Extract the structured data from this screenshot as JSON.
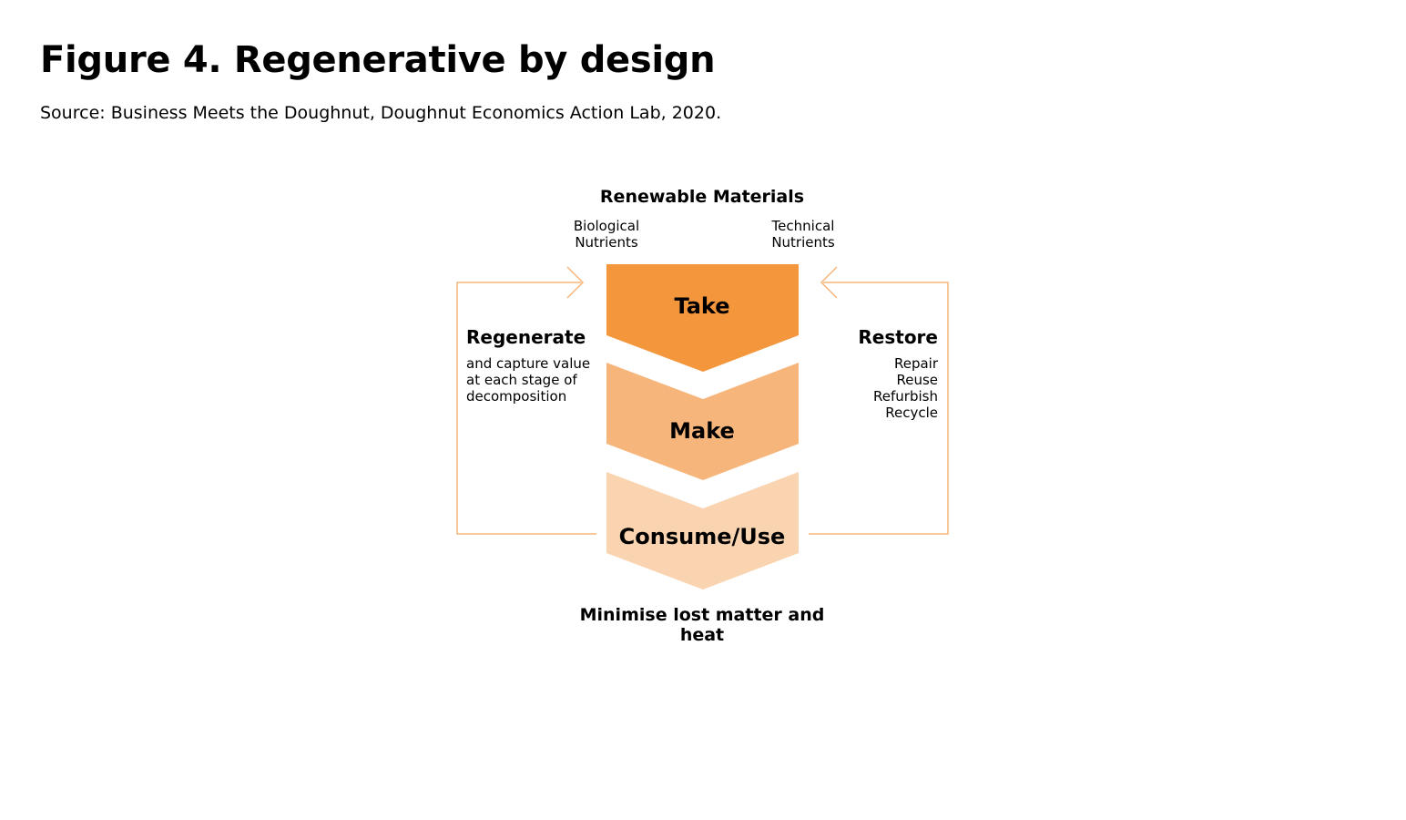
{
  "figure": {
    "title": "Figure 4. Regenerative by design",
    "source": "Source: Business Meets the Doughnut, Doughnut Economics Action Lab, 2020."
  },
  "diagram": {
    "top_heading": "Renewable Materials",
    "left_nutrients": [
      "Biological",
      "Nutrients"
    ],
    "right_nutrients": [
      "Technical",
      "Nutrients"
    ],
    "stages": [
      {
        "label": "Take",
        "color": "#f4963b"
      },
      {
        "label": "Make",
        "color": "#f6b57a"
      },
      {
        "label": "Consume/Use",
        "color": "#fad4b0"
      }
    ],
    "left_loop": {
      "heading": "Regenerate",
      "lines": [
        "and capture value",
        "at each stage of",
        "decomposition"
      ]
    },
    "right_loop": {
      "heading": "Restore",
      "lines": [
        "Repair",
        "Reuse",
        "Refurbish",
        "Recycle"
      ]
    },
    "bottom_lines": [
      "Minimise lost matter and",
      "heat"
    ],
    "loop_color": "#f6b57a"
  }
}
